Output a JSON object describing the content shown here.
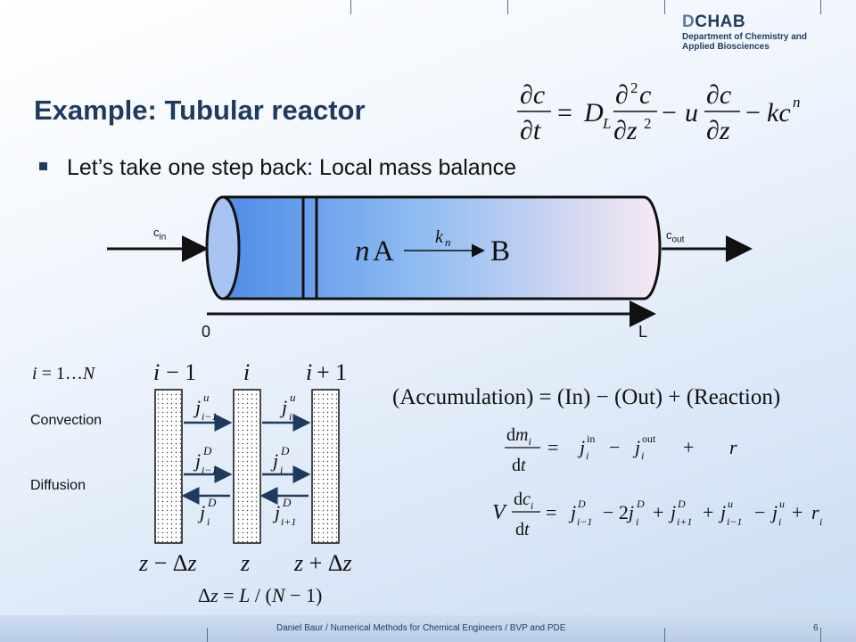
{
  "header": {
    "logo_mark_d": "D",
    "logo_mark_rest": "CHAB",
    "logo_line1": "Department of Chemistry and",
    "logo_line2": "Applied Biosciences"
  },
  "slide": {
    "title": "Example: Tubular reactor",
    "bullet": "Let’s take one step back: Local mass balance"
  },
  "reactor": {
    "inlet_label_base": "c",
    "inlet_label_sub": "in",
    "outlet_label_base": "c",
    "outlet_label_sub": "out",
    "axis_start": "0",
    "axis_end": "L",
    "reaction_reactant": "nA",
    "reaction_rate": "k",
    "reaction_rate_sub": "n",
    "reaction_product": "B"
  },
  "grid": {
    "index_range": "i = 1…N",
    "row_convection": "Convection",
    "row_diffusion": "Diffusion",
    "col_prev": "i − 1",
    "col_cur": "i",
    "col_next": "i + 1",
    "pos_prev": "z − Δz",
    "pos_cur": "z",
    "pos_next": "z + Δz",
    "spacing": "Δz = L / (N − 1)"
  },
  "equations": {
    "pde": "∂c/∂t = D_L ∂²c/∂z² − u ∂c/∂z − kcⁿ",
    "word_balance": "(Accumulation) = (In) − (Out) + (Reaction)",
    "mass_balance": "dm_i/dt = j_i^in − j_i^out + r",
    "discrete_balance": "V dc_i/dt = j_{i−1}^D − 2j_i^D + j_{i+1}^D + j_{i−1}^u − j_i^u + r_i"
  },
  "footer": {
    "text": "Daniel Baur / Numerical Methods for Chemical Engineers / BVP and PDE",
    "page": "6"
  }
}
